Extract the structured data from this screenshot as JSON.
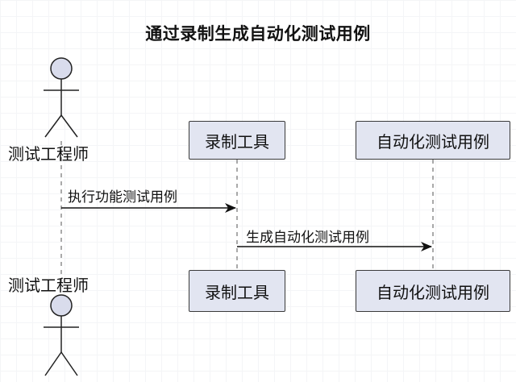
{
  "title": "通过录制生成自动化测试用例",
  "participants": {
    "tester": "测试工程师",
    "recorder": "录制工具",
    "testcase": "自动化测试用例"
  },
  "messages": [
    {
      "from": "测试工程师",
      "to": "录制工具",
      "label": "执行功能测试用例"
    },
    {
      "from": "录制工具",
      "to": "自动化测试用例",
      "label": "生成自动化测试用例"
    }
  ],
  "colors": {
    "participant_fill": "#e2e5f1",
    "actor_fill": "#d9dcec",
    "line": "#3a3a3a"
  }
}
